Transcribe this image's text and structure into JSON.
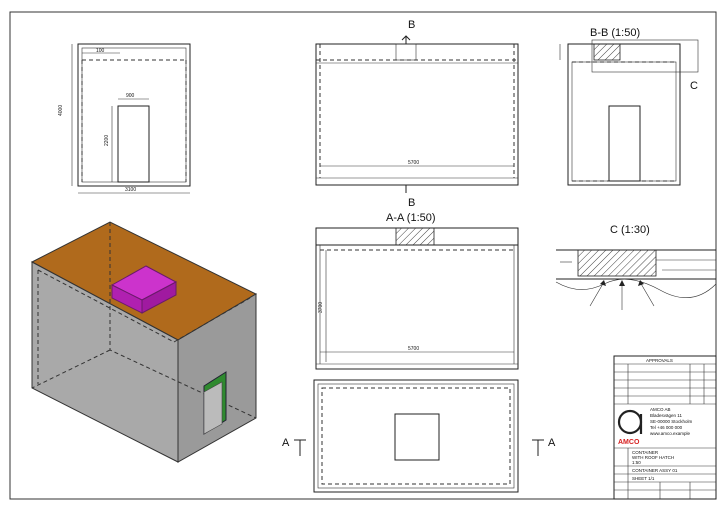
{
  "front_view": {
    "dim_wall": "100",
    "dim_height": "4000",
    "dim_door_width": "900",
    "dim_door_height": "2200",
    "dim_width": "3100"
  },
  "top_view": {
    "section_b": "B",
    "dim_length": "5700"
  },
  "section_bb": {
    "title": "B-B (1:50)",
    "callout_c": "C"
  },
  "section_aa": {
    "title": "A-A (1:50)",
    "dim_height": "3700",
    "dim_length": "5700"
  },
  "detail_c": {
    "title": "C (1:30)"
  },
  "plan_view": {
    "marker_left": "A",
    "marker_right": "A"
  },
  "title_block": {
    "header": "APPROVALS",
    "company_name": "AMCO",
    "company_lines": [
      "AMCO AB",
      "Bladesvägen 11",
      "SE-00000 Stockholm",
      "Tel +46 000 000",
      "www.amco.example"
    ],
    "drawing_title": [
      "CONTAINER",
      "WITH ROOF HATCH",
      "1:50"
    ],
    "drawing_number": "CONTAINER ASSY 01",
    "sheet": "SHEET 1/1"
  },
  "colors": {
    "roof": "#b06a1c",
    "hatch_box": "#cc33cc",
    "door": "#2f8a2f",
    "walls": "#a9a9a9",
    "logo": "#d62020"
  }
}
